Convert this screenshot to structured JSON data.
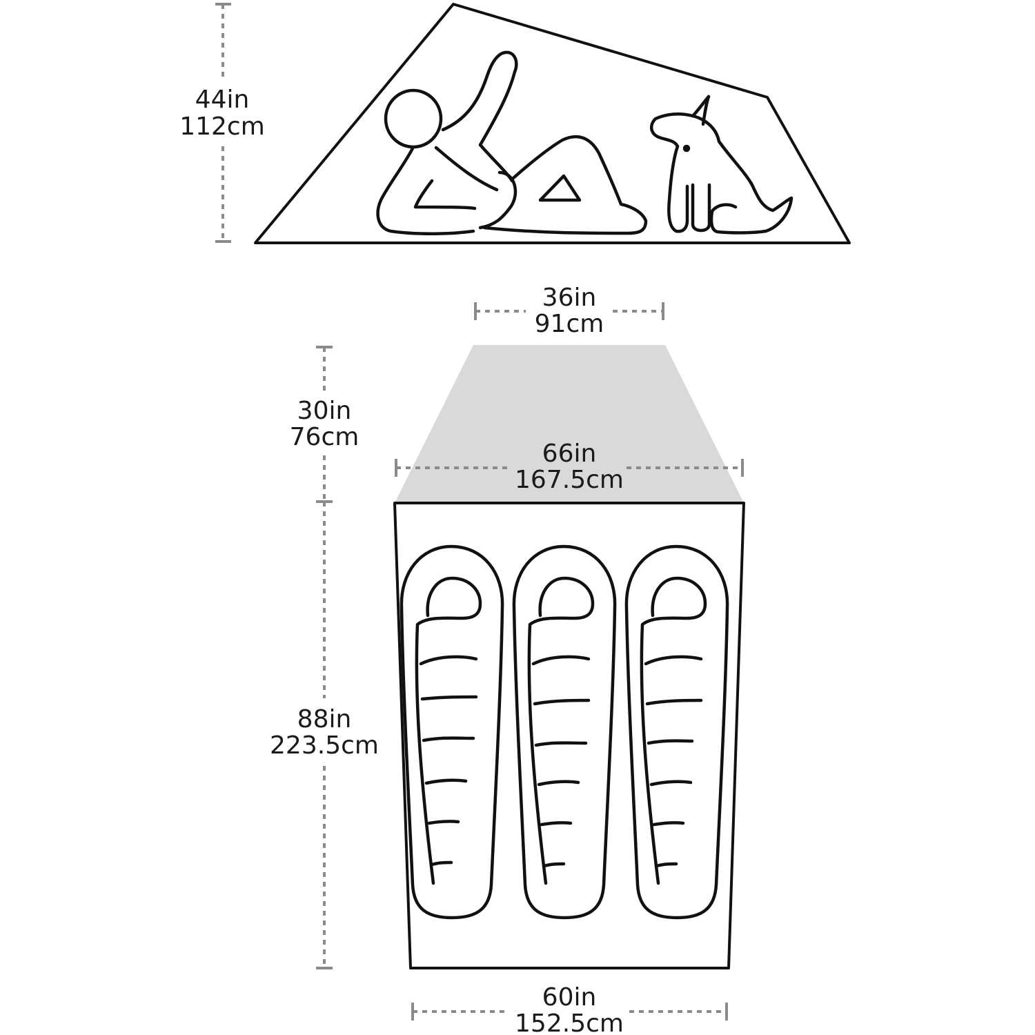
{
  "colors": {
    "outline": "#111111",
    "dimension": "#8a8a8a",
    "vestibule": "#d9d9d9",
    "background": "#ffffff"
  },
  "side_view": {
    "height_in": "44in",
    "height_cm": "112cm",
    "figures": [
      "person-reclining-icon",
      "dog-sitting-icon"
    ]
  },
  "floor_plan": {
    "vestibule_top_in": "36in",
    "vestibule_top_cm": "91cm",
    "vestibule_depth_in": "30in",
    "vestibule_depth_cm": "76cm",
    "head_width_in": "66in",
    "head_width_cm": "167.5cm",
    "length_in": "88in",
    "length_cm": "223.5cm",
    "foot_width_in": "60in",
    "foot_width_cm": "152.5cm",
    "sleeping_bags": [
      "sleeping-bag-icon",
      "sleeping-bag-icon",
      "sleeping-bag-icon"
    ]
  }
}
